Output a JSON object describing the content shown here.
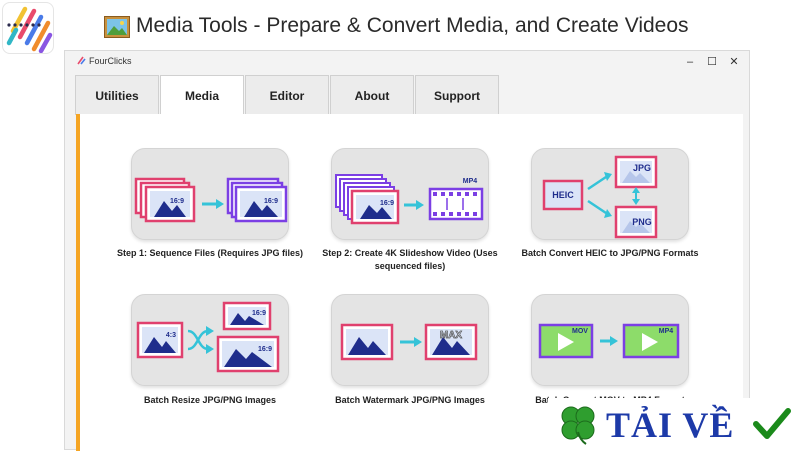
{
  "banner": {
    "title": "Media Tools - Prepare & Convert Media, and Create Videos",
    "logo_icon": "colorful-stripes-logo",
    "title_icon": "framed-picture-icon"
  },
  "window": {
    "title": "FourClicks",
    "controls": {
      "minimize": "–",
      "maximize": "☐",
      "close": "✕"
    }
  },
  "tabs": [
    "Utilities",
    "Media",
    "Editor",
    "About",
    "Support"
  ],
  "active_tab": "Media",
  "tools": [
    {
      "caption": "Step 1: Sequence Files (Requires JPG files)",
      "icon": "sequence-files-icon",
      "tag_a": "16:9",
      "tag_b": "16:9"
    },
    {
      "caption": "Step 2: Create 4K Slideshow Video (Uses sequenced files)",
      "icon": "slideshow-video-icon",
      "tag_a": "16:9",
      "tag_b": "MP4"
    },
    {
      "caption": "Batch Convert HEIC to JPG/PNG Formats",
      "icon": "heic-convert-icon",
      "tag_a": "HEIC",
      "tag_b": "JPG",
      "tag_c": "PNG"
    },
    {
      "caption": "Batch Resize JPG/PNG Images",
      "icon": "resize-images-icon",
      "tag_a": "4:3",
      "tag_b": "16:9",
      "tag_c": "16:9"
    },
    {
      "caption": "Batch Watermark JPG/PNG Images",
      "icon": "watermark-icon",
      "tag_a": "MAX"
    },
    {
      "caption": "Batch Convert MOV to MP4 Format",
      "icon": "mov-to-mp4-icon",
      "tag_a": "MOV",
      "tag_b": "MP4"
    }
  ],
  "badge": {
    "text": "TẢI VỀ",
    "left_icon": "clover-icon",
    "right_icon": "checkmark-icon"
  },
  "colors": {
    "accent": "#f5a524",
    "pink": "#e0406e",
    "purple": "#7b3fe4",
    "cyan": "#35c3d8",
    "navy": "#1f2d8c",
    "green": "#8ddc6a"
  }
}
